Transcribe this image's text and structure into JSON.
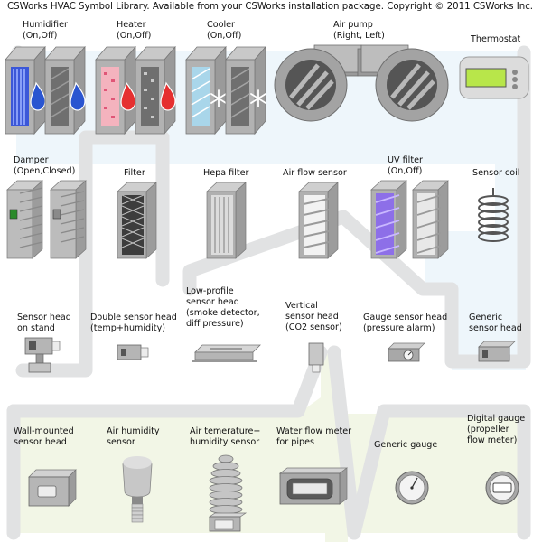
{
  "header": "CSWorks HVAC Symbol Library. Available from your CSWorks installation package. Copyright © 2011 CSWorks Inc.",
  "colors": {
    "duct": "#e1e2e3",
    "light_blue_fill": "#eef6fb",
    "light_green_fill": "#f2f6e6",
    "metal": "#a8a8a8",
    "accent_blue": "#2f5fd0",
    "accent_red": "#e03434",
    "accent_uv": "#8d6fe8",
    "thermostat_screen": "#b8e64a"
  },
  "rows": [
    {
      "symbols": [
        {
          "name": "humidifier",
          "label": "Humidifier\n(On,Off)",
          "icon": "humidifier-icon"
        },
        {
          "name": "heater",
          "label": "Heater\n(On,Off)",
          "icon": "heater-icon"
        },
        {
          "name": "cooler",
          "label": "Cooler\n(On,Off)",
          "icon": "cooler-icon"
        },
        {
          "name": "air-pump",
          "label": "Air pump\n(Right, Left)",
          "icon": "air-pump-icon"
        },
        {
          "name": "thermostat",
          "label": "Thermostat",
          "icon": "thermostat-icon"
        }
      ]
    },
    {
      "symbols": [
        {
          "name": "damper",
          "label": "Damper\n(Open,Closed)",
          "icon": "damper-icon"
        },
        {
          "name": "filter",
          "label": "Filter",
          "icon": "filter-icon"
        },
        {
          "name": "hepa-filter",
          "label": "Hepa filter",
          "icon": "hepa-filter-icon"
        },
        {
          "name": "air-flow-sensor",
          "label": "Air flow sensor",
          "icon": "air-flow-sensor-icon"
        },
        {
          "name": "uv-filter",
          "label": "UV filter\n(On,Off)",
          "icon": "uv-filter-icon"
        },
        {
          "name": "sensor-coil",
          "label": "Sensor coil",
          "icon": "sensor-coil-icon"
        }
      ]
    },
    {
      "symbols": [
        {
          "name": "sensor-head-on-stand",
          "label": "Sensor head\non stand",
          "icon": "sensor-head-stand-icon"
        },
        {
          "name": "double-sensor-head",
          "label": "Double sensor head\n(temp+humidity)",
          "icon": "double-sensor-head-icon"
        },
        {
          "name": "low-profile-sensor-head",
          "label": "Low-profile\nsensor head\n(smoke detector,\ndiff pressure)",
          "icon": "low-profile-sensor-icon"
        },
        {
          "name": "vertical-sensor-head",
          "label": "Vertical\nsensor head\n(CO2 sensor)",
          "icon": "vertical-sensor-head-icon"
        },
        {
          "name": "gauge-sensor-head",
          "label": "Gauge sensor head\n(pressure alarm)",
          "icon": "gauge-sensor-head-icon"
        },
        {
          "name": "generic-sensor-head",
          "label": "Generic\nsensor head",
          "icon": "generic-sensor-head-icon"
        }
      ]
    },
    {
      "symbols": [
        {
          "name": "wall-mounted-sensor-head",
          "label": "Wall-mounted\nsensor head",
          "icon": "wall-mounted-sensor-icon"
        },
        {
          "name": "air-humidity-sensor",
          "label": "Air humidity\nsensor",
          "icon": "air-humidity-sensor-icon"
        },
        {
          "name": "air-temperature-humidity-sensor",
          "label": "Air temerature+\nhumidity sensor",
          "icon": "air-temp-humidity-sensor-icon"
        },
        {
          "name": "water-flow-meter",
          "label": "Water flow meter\nfor pipes",
          "icon": "water-flow-meter-icon"
        },
        {
          "name": "generic-gauge",
          "label": "Generic gauge",
          "icon": "generic-gauge-icon"
        },
        {
          "name": "digital-gauge",
          "label": "Digital gauge\n(propeller\nflow meter)",
          "icon": "digital-gauge-icon"
        }
      ]
    }
  ]
}
